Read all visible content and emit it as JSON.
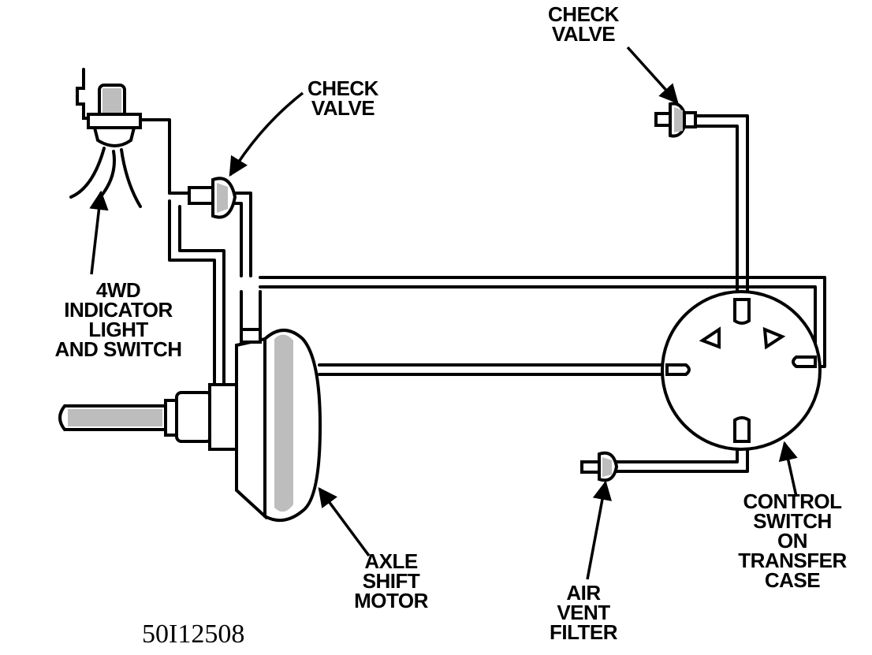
{
  "labels": {
    "check_valve_top": [
      "CHECK",
      "VALVE"
    ],
    "check_valve_left": [
      "CHECK",
      "VALVE"
    ],
    "indicator": [
      "4WD",
      "INDICATOR",
      "LIGHT",
      "AND SWITCH"
    ],
    "axle_motor": [
      "AXLE",
      "SHIFT",
      "MOTOR"
    ],
    "air_vent": [
      "AIR",
      "VENT",
      "FILTER"
    ],
    "control_switch": [
      "CONTROL",
      "SWITCH",
      "ON",
      "TRANSFER",
      "CASE"
    ]
  },
  "figure_id": "50I12508"
}
